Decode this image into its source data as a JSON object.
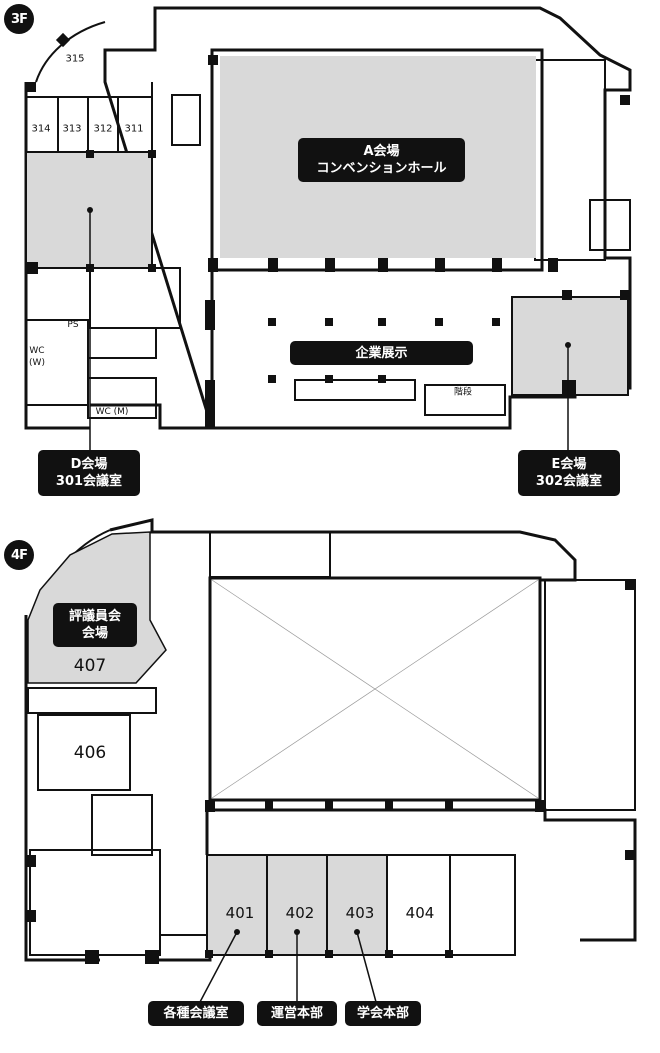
{
  "floors": [
    {
      "badge": "3F",
      "halls": {
        "a_line1": "A会場",
        "a_line2": "コンベンションホール",
        "exhibit": "企業展示",
        "d_line1": "D会場",
        "d_line2": "301会議室",
        "e_line1": "E会場",
        "e_line2": "302会議室"
      },
      "rooms": [
        "315",
        "314",
        "313",
        "312",
        "311"
      ],
      "facilities": {
        "ps": "PS",
        "wc_w_1": "WC",
        "wc_w_2": "(W)",
        "wc_m": "WC (M)",
        "stairs": "階段"
      }
    },
    {
      "badge": "4F",
      "halls": {
        "council_line1": "評議員会",
        "council_line2": "会場",
        "r401_label": "各種会議室",
        "r402_label": "運営本部",
        "r403_label": "学会本部"
      },
      "rooms": [
        "407",
        "406",
        "401",
        "402",
        "403",
        "404"
      ]
    }
  ],
  "colors": {
    "highlight": "#d9d9d9",
    "wall": "#111111",
    "label_bg": "#111111"
  }
}
